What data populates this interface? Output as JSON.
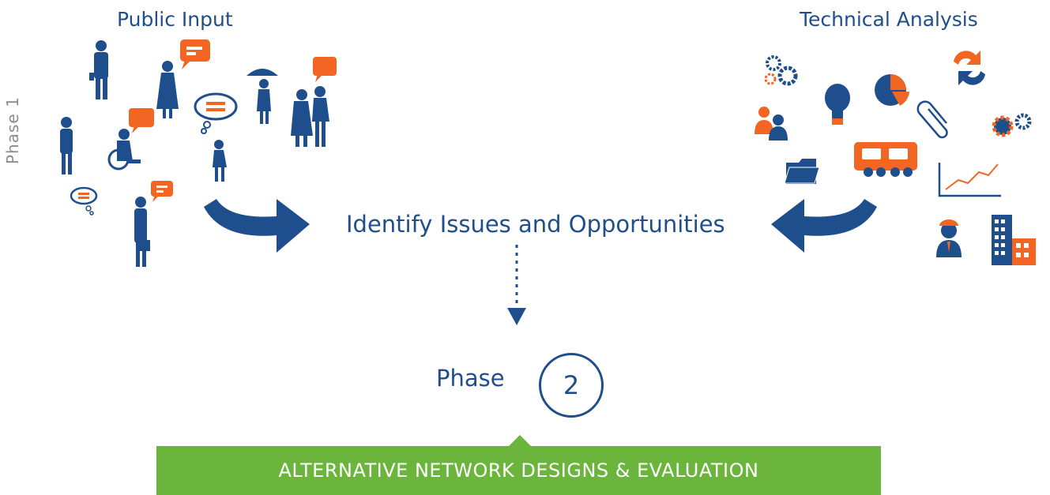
{
  "public_input": {
    "heading": "Public Input"
  },
  "technical_analysis": {
    "heading": "Technical Analysis"
  },
  "phase1_label": "Phase 1",
  "center_text": "Identify Issues and Opportunities",
  "phase2": {
    "label": "Phase",
    "number": "2"
  },
  "banner": {
    "text": "ALTERNATIVE NETWORK DESIGNS & EVALUATION"
  },
  "colors": {
    "navy": "#1f4e8c",
    "orange": "#f26522",
    "green": "#6bb53c",
    "grey": "#8c8c8c"
  },
  "icons": {
    "public": [
      "person-silhouette",
      "speech-bubble",
      "thought-bubble",
      "wheelchair-user",
      "umbrella-person",
      "walking-couple"
    ],
    "technical": [
      "gears-icon",
      "refresh-icon",
      "lightbulb-icon",
      "pie-chart-icon",
      "people-icon",
      "paperclip-icon",
      "gear-pair-icon",
      "folder-icon",
      "bus-icon",
      "line-chart-icon",
      "driver-icon",
      "buildings-icon"
    ]
  }
}
